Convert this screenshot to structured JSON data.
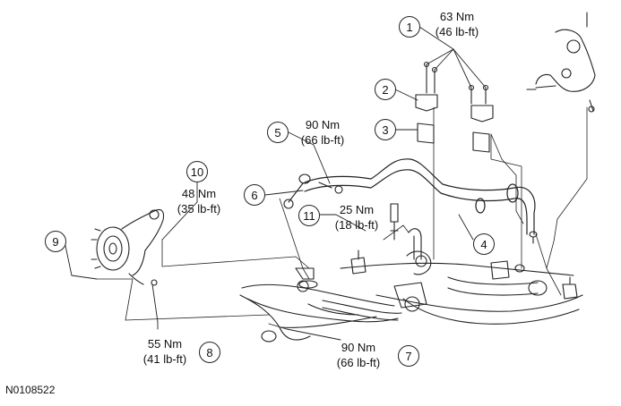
{
  "figure_id": "N0108522",
  "callouts": [
    {
      "num": "1",
      "torque_nm": "63 Nm",
      "torque_lbft": "(46 lb-ft)"
    },
    {
      "num": "2"
    },
    {
      "num": "3"
    },
    {
      "num": "4"
    },
    {
      "num": "5",
      "torque_nm": "90 Nm",
      "torque_lbft": "(66 lb-ft)"
    },
    {
      "num": "6"
    },
    {
      "num": "7",
      "torque_nm": "90 Nm",
      "torque_lbft": "(66 lb-ft)"
    },
    {
      "num": "8",
      "torque_nm": "55 Nm",
      "torque_lbft": "(41 lb-ft)"
    },
    {
      "num": "9"
    },
    {
      "num": "10",
      "torque_nm": "48 Nm",
      "torque_lbft": "(35 lb-ft)"
    },
    {
      "num": "11",
      "torque_nm": "25 Nm",
      "torque_lbft": "(18 lb-ft)"
    }
  ]
}
